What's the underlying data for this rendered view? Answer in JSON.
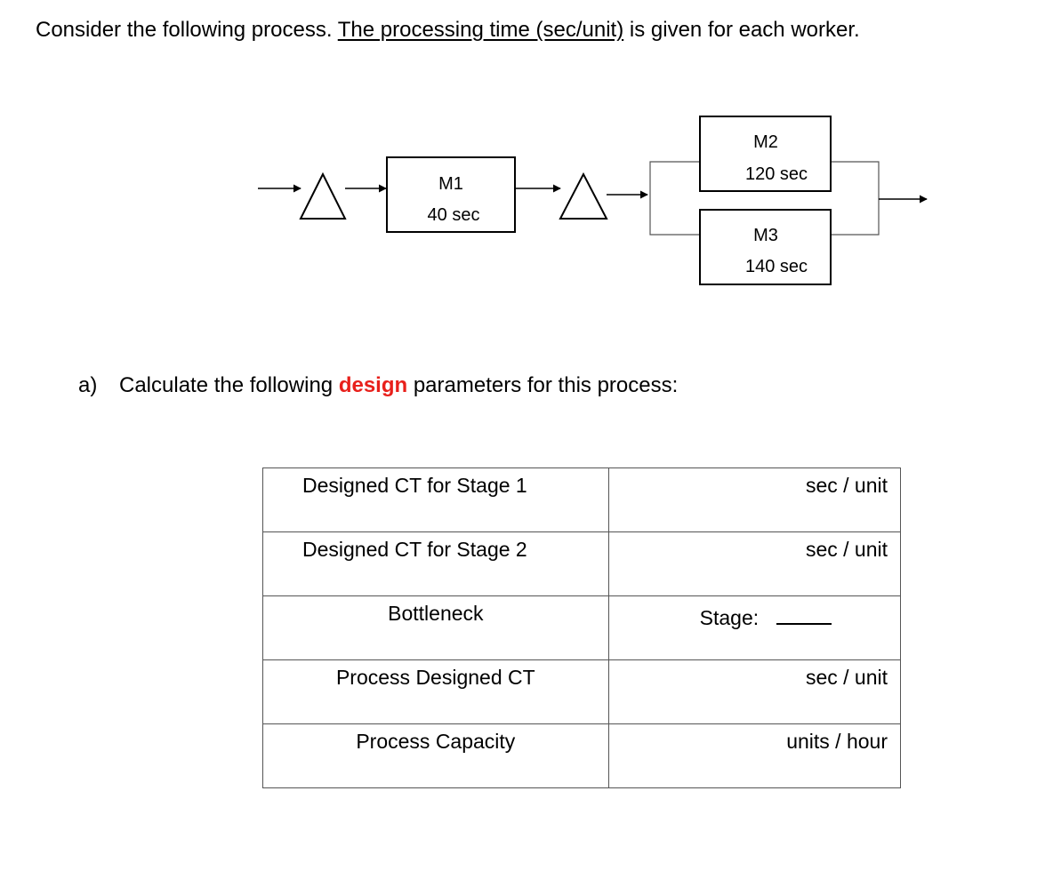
{
  "intro": {
    "text_before": "Consider the following process. ",
    "text_underlined": "The processing time (sec/unit)",
    "text_after": " is given for each worker."
  },
  "diagram": {
    "m1": {
      "name": "M1",
      "time": "40 sec"
    },
    "m2": {
      "name": "M2",
      "time": "120 sec"
    },
    "m3": {
      "name": "M3",
      "time": "140 sec"
    }
  },
  "question": {
    "label": "a)",
    "text_before": "Calculate the following ",
    "emphasis": "design",
    "text_after": " parameters for this process:",
    "emphasis_color": "#e8201b"
  },
  "table": {
    "rows": [
      {
        "label": "Designed CT for Stage 1",
        "unit": "sec / unit"
      },
      {
        "label": "Designed CT for Stage 2",
        "unit": "sec / unit"
      },
      {
        "label": "Bottleneck",
        "stage_label": "Stage:"
      },
      {
        "label": "Process Designed CT",
        "unit": "sec / unit"
      },
      {
        "label": "Process Capacity",
        "unit": "units / hour"
      }
    ]
  }
}
